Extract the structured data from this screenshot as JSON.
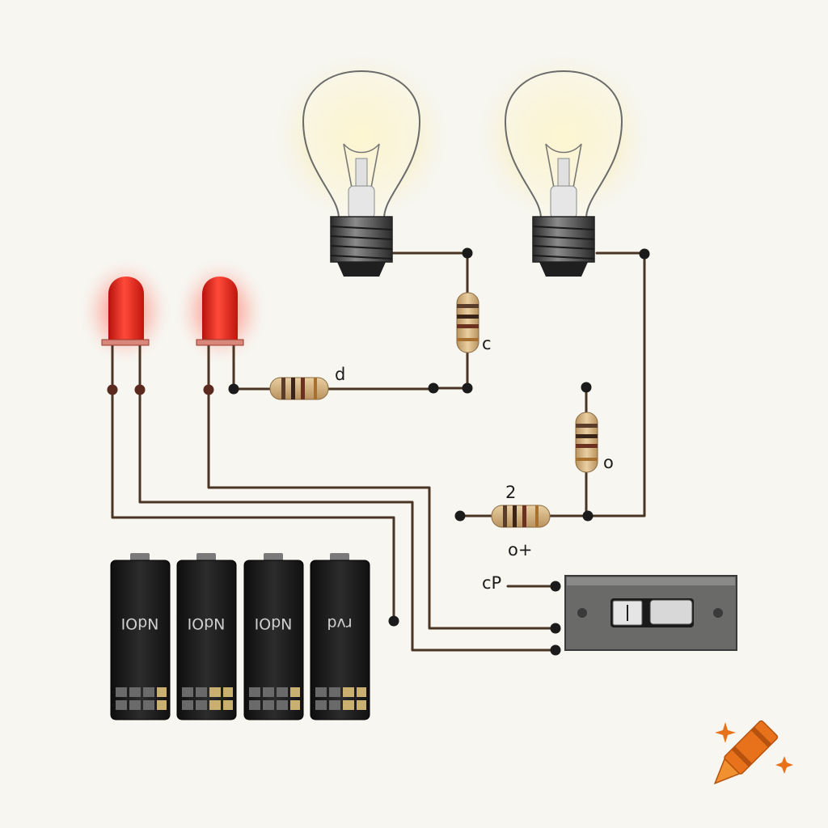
{
  "labels": {
    "resistor_a": "d",
    "resistor_c": "c",
    "resistor_o": "o",
    "resistor_2": "2",
    "resistor_2_below": "o+",
    "switch_input": "cP"
  },
  "batteries": [
    {
      "text": "NdOI"
    },
    {
      "text": "NdOI"
    },
    {
      "text": "NdOI"
    },
    {
      "text": "rvd"
    }
  ],
  "colors": {
    "background": "#f7f6f0",
    "wire": "#4a3424",
    "led_red": "#e8261c",
    "bulb_glow": "#f3e48a",
    "battery_body": "#1e1e1e",
    "switch_plate": "#6a6a68",
    "crayon_orange": "#e8711c"
  },
  "icons": {
    "logo": "crayon-icon"
  }
}
